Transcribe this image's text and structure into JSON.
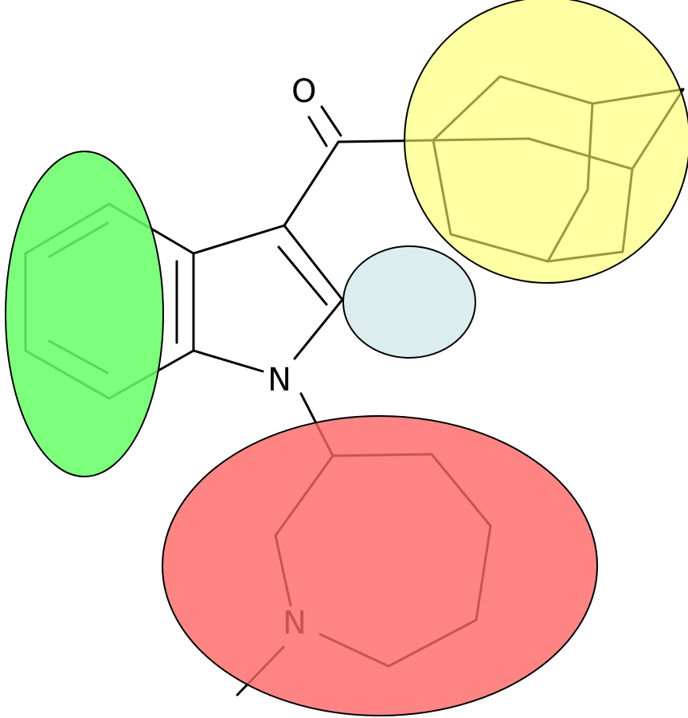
{
  "atoms": {
    "oxygen": "O",
    "indole_nitrogen": "N",
    "azepane_nitrogen": "N"
  },
  "colors": {
    "aromatic_region": "#66ff66",
    "adamantyl_region": "#ffff66",
    "c2_region": "#dcedf0",
    "azepane_region": "#ff6666",
    "bond": "#000000"
  }
}
